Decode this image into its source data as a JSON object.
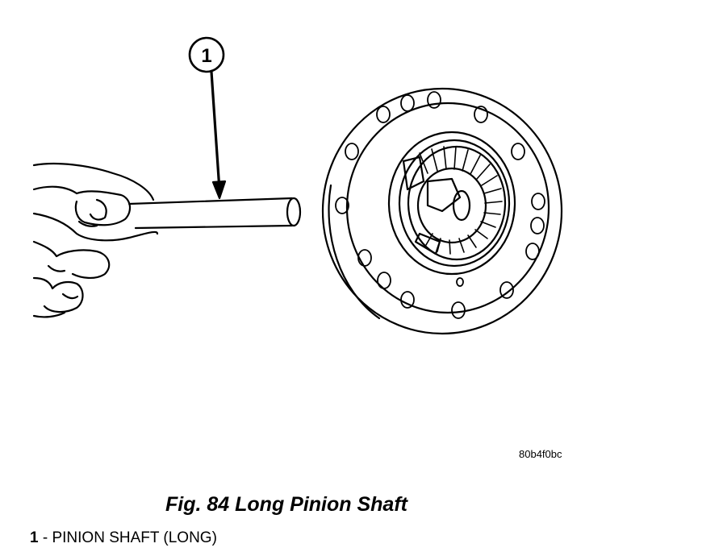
{
  "callout": {
    "number": "1"
  },
  "reference_code": "80b4f0bc",
  "figure_title": "Fig. 84 Long Pinion Shaft",
  "legend": [
    {
      "number": "1",
      "separator": " - ",
      "text": "PINION SHAFT (LONG)"
    }
  ]
}
